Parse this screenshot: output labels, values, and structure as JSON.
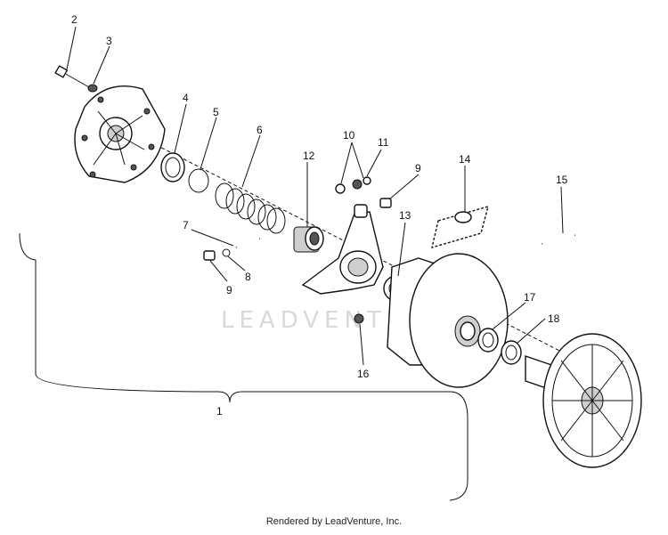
{
  "diagram": {
    "callouts": {
      "c1": "1",
      "c2": "2",
      "c3": "3",
      "c4": "4",
      "c5": "5",
      "c6": "6",
      "c7": "7",
      "c8": "8",
      "c9a": "9",
      "c9b": "9",
      "c10": "10",
      "c11": "11",
      "c12": "12",
      "c13": "13",
      "c14": "14",
      "c15": "15",
      "c16": "16",
      "c17": "17",
      "c18": "18"
    },
    "watermark": "LEADVENTURE",
    "footer": "Rendered by LeadVenture, Inc."
  }
}
